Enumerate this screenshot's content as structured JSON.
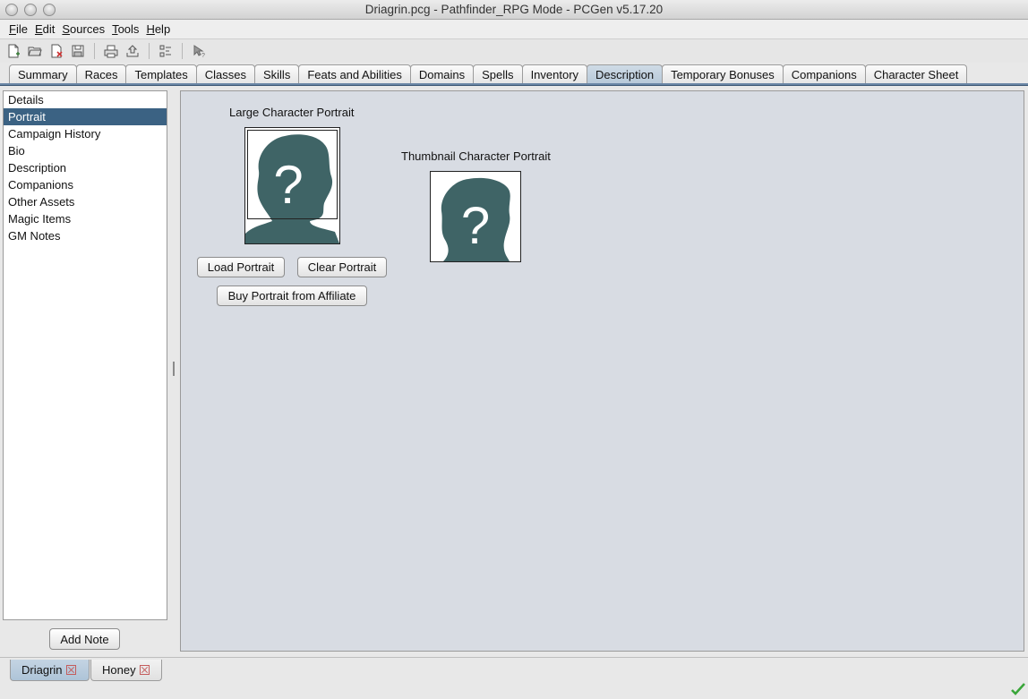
{
  "window": {
    "title": "Driagrin.pcg - Pathfinder_RPG Mode - PCGen v5.17.20"
  },
  "menubar": [
    {
      "key": "F",
      "rest": "ile"
    },
    {
      "key": "E",
      "rest": "dit"
    },
    {
      "key": "S",
      "rest": "ources"
    },
    {
      "key": "T",
      "rest": "ools"
    },
    {
      "key": "H",
      "rest": "elp"
    }
  ],
  "toolbar": [
    "new-character-icon",
    "open-icon",
    "close-icon",
    "save-icon",
    "print-icon",
    "export-icon",
    "preferences-icon",
    "context-help-icon"
  ],
  "tabs": [
    "Summary",
    "Races",
    "Templates",
    "Classes",
    "Skills",
    "Feats and Abilities",
    "Domains",
    "Spells",
    "Inventory",
    "Description",
    "Temporary Bonuses",
    "Companions",
    "Character Sheet"
  ],
  "active_tab": "Description",
  "sidebar": {
    "items": [
      "Details",
      "Portrait",
      "Campaign History",
      "Bio",
      "Description",
      "Companions",
      "Other Assets",
      "Magic Items",
      "GM Notes"
    ],
    "selected": "Portrait",
    "add_note_label": "Add Note"
  },
  "portrait": {
    "large_label": "Large Character Portrait",
    "thumbnail_label": "Thumbnail Character Portrait",
    "placeholder_glyph": "?",
    "load_label": "Load Portrait",
    "clear_label": "Clear Portrait",
    "buy_label": "Buy Portrait from Affiliate",
    "silhouette_color": "#3f6466"
  },
  "characters": [
    {
      "name": "Driagrin",
      "active": true
    },
    {
      "name": "Honey",
      "active": false
    }
  ]
}
